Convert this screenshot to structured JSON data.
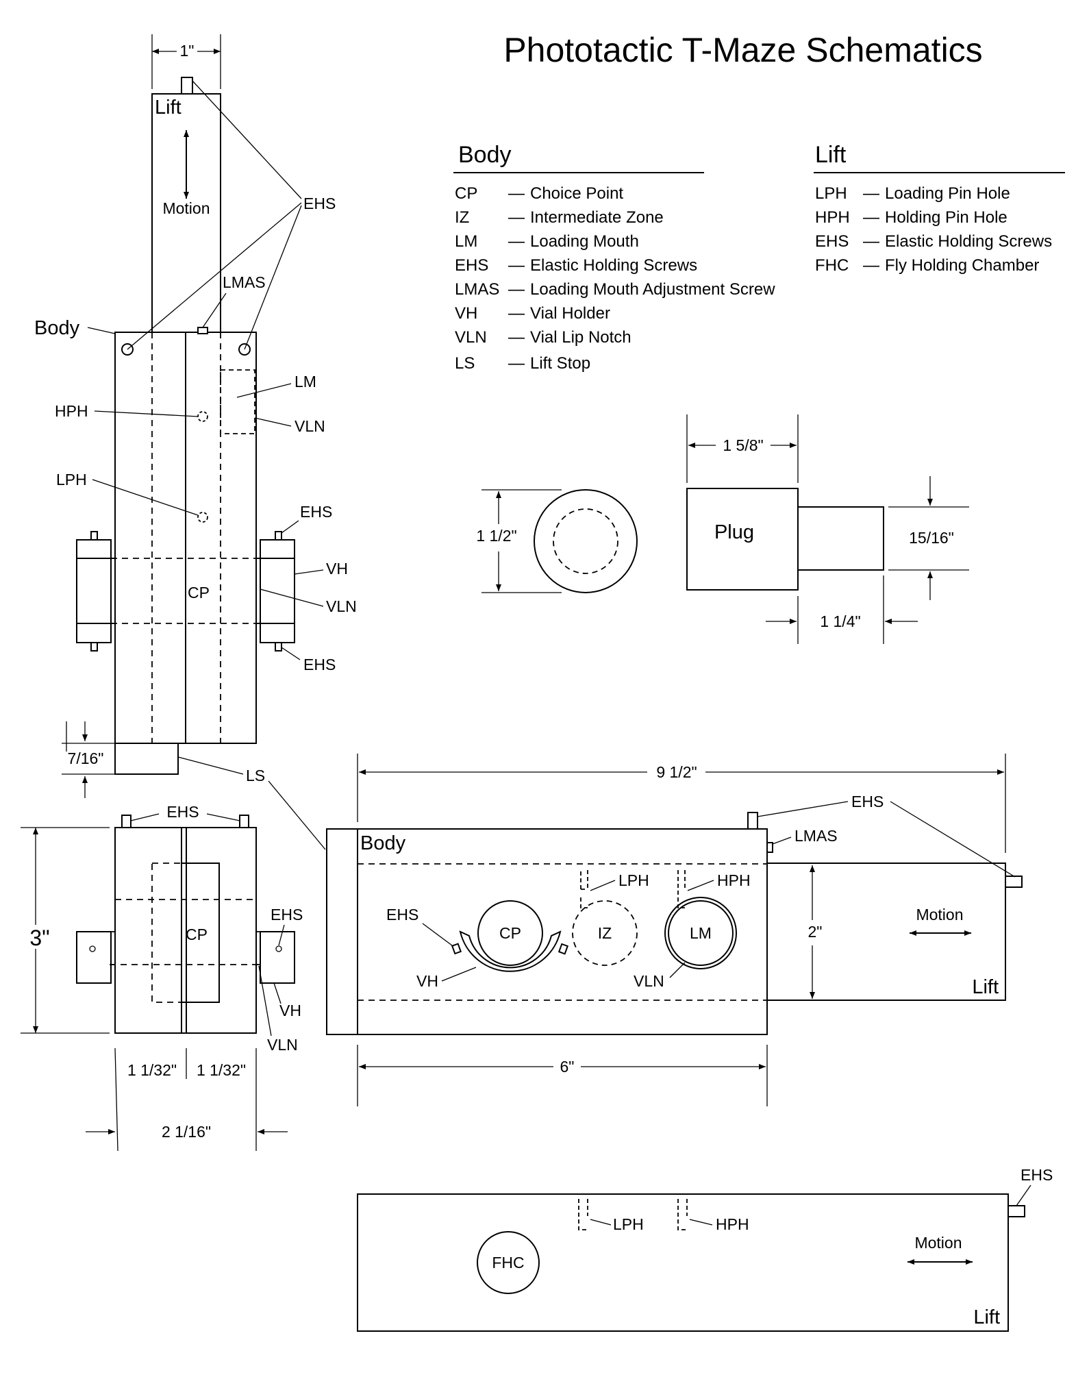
{
  "title": "Phototactic T-Maze Schematics",
  "legend": {
    "body": {
      "heading": "Body",
      "items": [
        {
          "abbr": "CP",
          "desc": "Choice Point"
        },
        {
          "abbr": "IZ",
          "desc": "Intermediate Zone"
        },
        {
          "abbr": "LM",
          "desc": "Loading Mouth"
        },
        {
          "abbr": "EHS",
          "desc": "Elastic Holding Screws"
        },
        {
          "abbr": "LMAS",
          "desc": "Loading Mouth Adjustment Screw"
        },
        {
          "abbr": "VH",
          "desc": "Vial Holder"
        },
        {
          "abbr": "VLN",
          "desc": "Vial Lip Notch"
        },
        {
          "abbr": "LS",
          "desc": "Lift Stop"
        }
      ]
    },
    "lift": {
      "heading": "Lift",
      "items": [
        {
          "abbr": "LPH",
          "desc": "Loading Pin Hole"
        },
        {
          "abbr": "HPH",
          "desc": "Holding Pin Hole"
        },
        {
          "abbr": "EHS",
          "desc": "Elastic Holding Screws"
        },
        {
          "abbr": "FHC",
          "desc": "Fly Holding Chamber"
        }
      ]
    }
  },
  "dash": "—",
  "labels": {
    "lift": "Lift",
    "body": "Body",
    "motion": "Motion",
    "plug": "Plug",
    "EHS": "EHS",
    "LMAS": "LMAS",
    "LM": "LM",
    "VLN": "VLN",
    "HPH": "HPH",
    "LPH": "LPH",
    "CP": "CP",
    "VH": "VH",
    "LS": "LS",
    "IZ": "IZ",
    "FHC": "FHC"
  },
  "dimensions": {
    "lift_width": "1\"",
    "lift_stop": "7/16\"",
    "end_height": "3\"",
    "end_half": "1 1/32\"",
    "end_width": "2 1/16\"",
    "plug_diameter": "1 1/2\"",
    "plug_length": "1 5/8\"",
    "plug_stem_diameter": "15/16\"",
    "plug_stem_length": "1 1/4\"",
    "overall_length": "9 1/2\"",
    "body_length": "6\"",
    "lift_height": "2\""
  }
}
